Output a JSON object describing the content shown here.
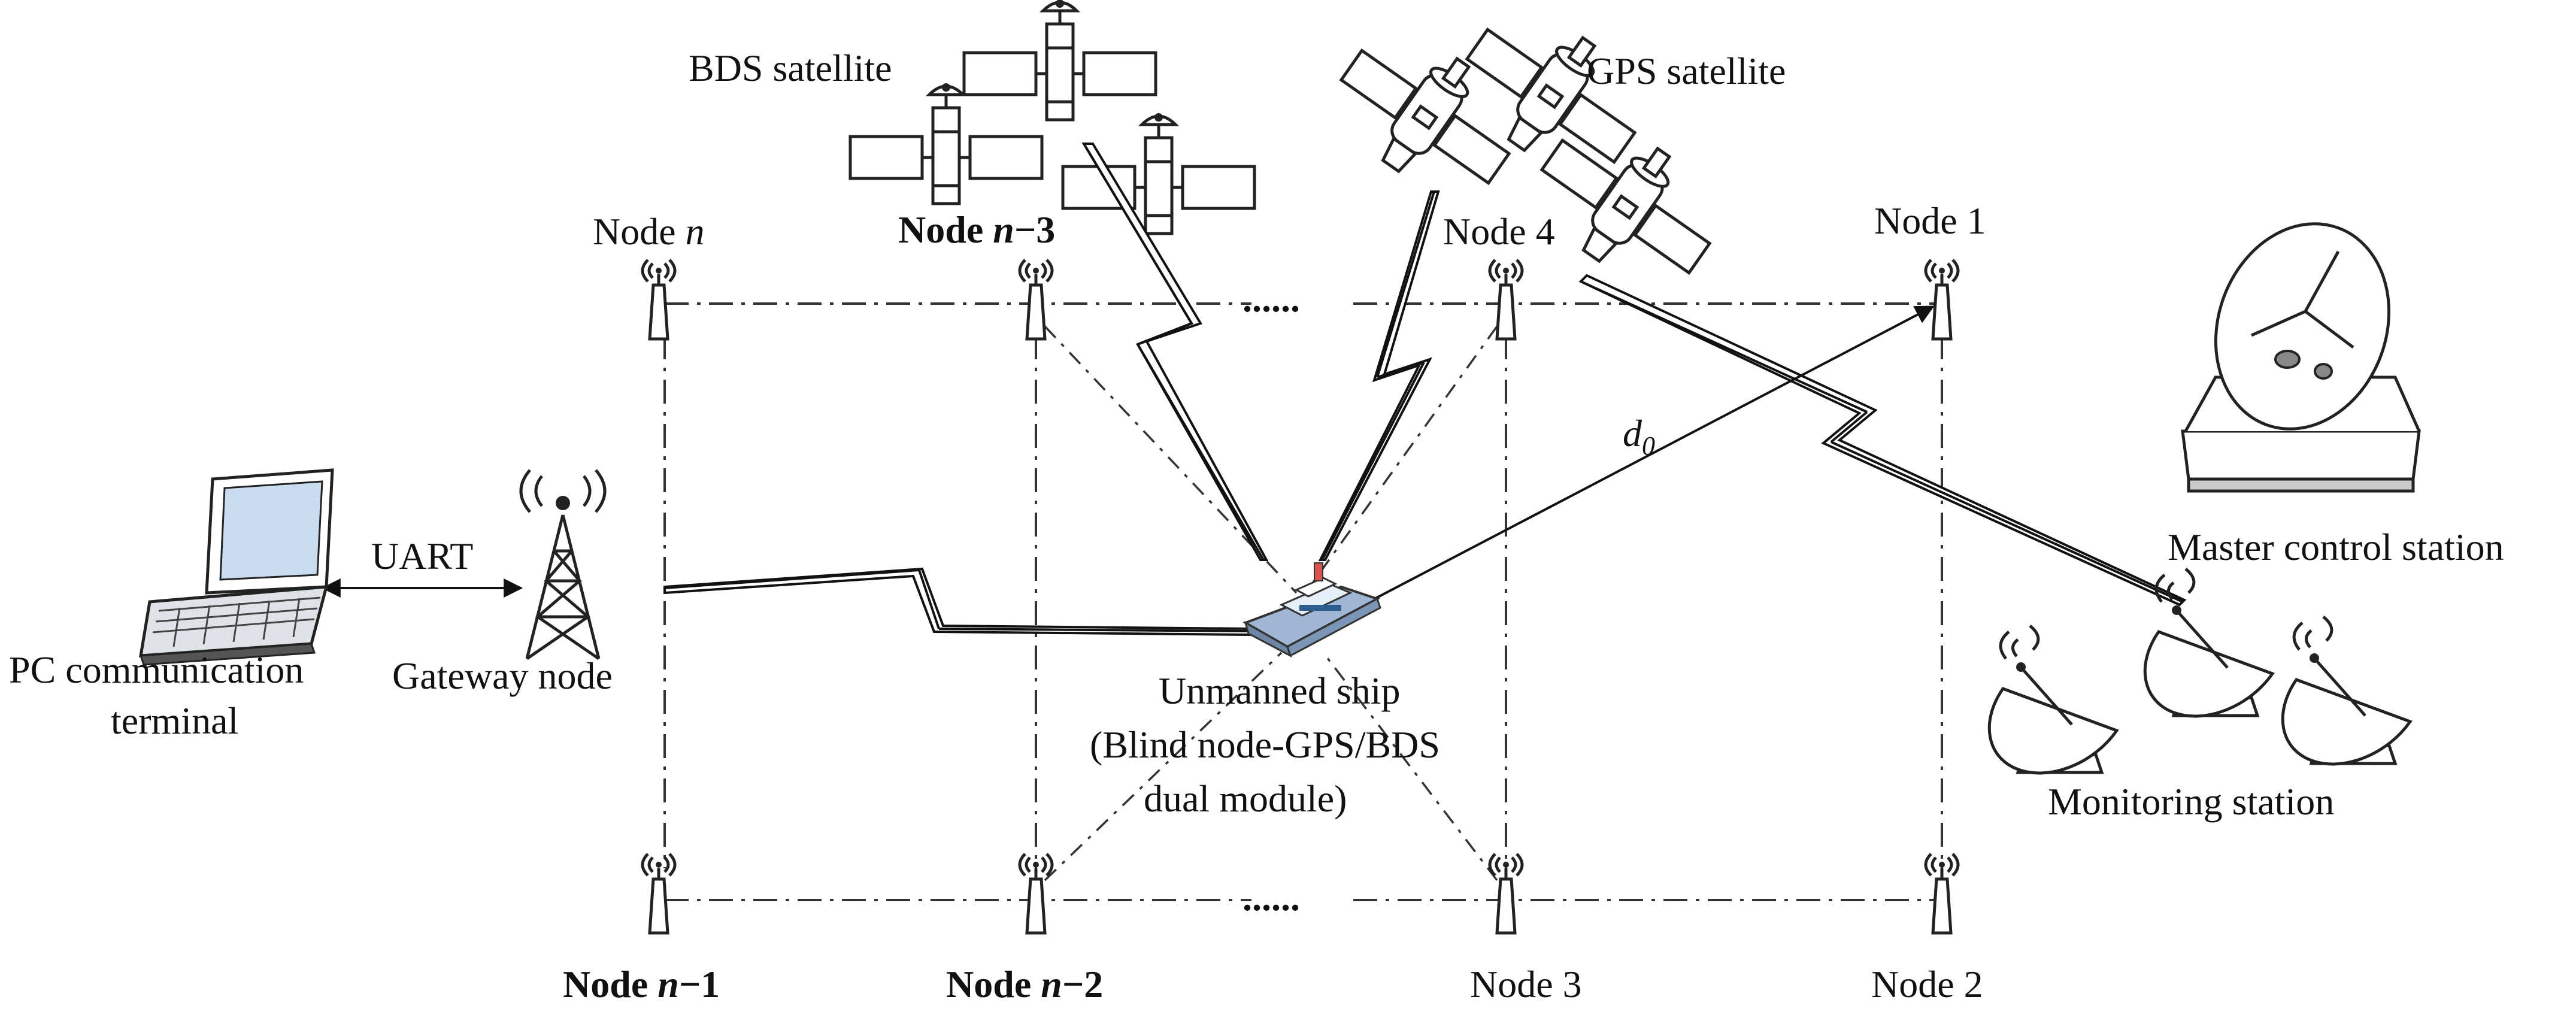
{
  "labels": {
    "bds_satellite": "BDS satellite",
    "gps_satellite": "GPS satellite",
    "node_n": "Node",
    "node_n_italic": "n",
    "node_n3": "Node",
    "node_n3_italic": "n",
    "node_n3_suffix": "−3",
    "node_4": "Node 4",
    "node_1": "Node 1",
    "node_n1": "Node",
    "node_n1_italic": "n",
    "node_n1_suffix": "−1",
    "node_n2": "Node",
    "node_n2_italic": "n",
    "node_n2_suffix": "−2",
    "node_3": "Node 3",
    "node_2": "Node 2",
    "ellipsis_top": "......",
    "ellipsis_bottom": "......",
    "distance": "d",
    "distance_sub": "0",
    "uart": "UART",
    "pc_line1": "PC communication",
    "pc_line2": "terminal",
    "gateway": "Gateway node",
    "ship_line1": "Unmanned ship",
    "ship_line2": "(Blind node-GPS/BDS",
    "ship_line3": "dual module)",
    "master_control": "Master control station",
    "monitoring": "Monitoring station"
  },
  "icons": {
    "satellite": "satellite-icon",
    "antenna": "node-antenna-icon",
    "laptop": "laptop-icon",
    "tower": "gateway-tower-icon",
    "ship": "ship-icon",
    "dish": "dish-icon"
  },
  "colors": {
    "line": "#333333",
    "screen": "#c9dcf0",
    "ship_hull": "#9fb7d4"
  }
}
